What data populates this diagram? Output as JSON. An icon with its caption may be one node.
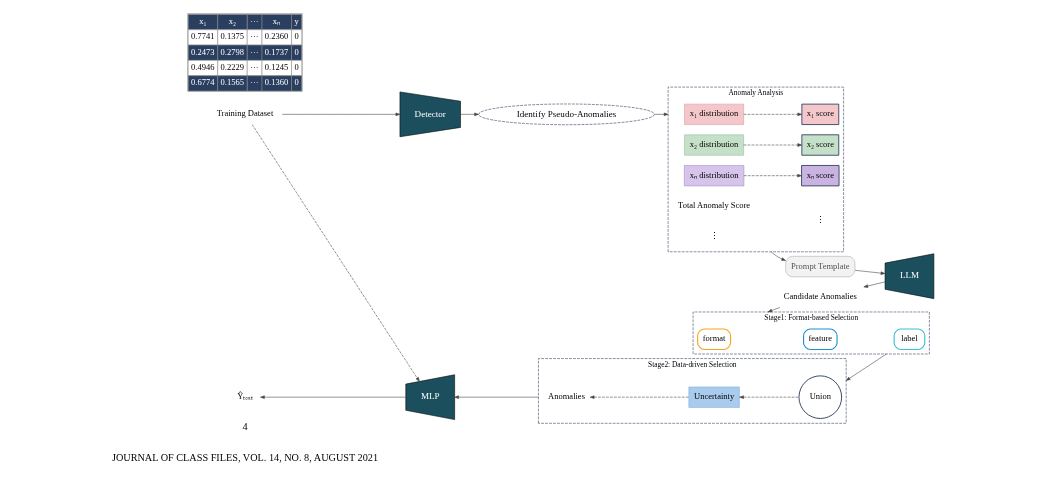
{
  "diagram": {
    "nodes": [
      {
        "text": [
          "Training Dataset"
        ]
      },
      {
        "text": [
          "Detector"
        ]
      },
      {
        "text": [
          "Identify Pseudo-Anomalies"
        ]
      },
      {
        "text": [
          "Anomaly Analysis"
        ]
      },
      {
        "text": [
          "x₁ distribution"
        ],
        "in": 3
      },
      {
        "text": [
          "x₂ distribution"
        ],
        "in": 3
      },
      {
        "text": [
          "xₙ distribution"
        ],
        "in": 3
      },
      {
        "text": [
          "x₁ score"
        ],
        "in": 3
      },
      {
        "text": [
          "x₂ score"
        ],
        "in": 3
      },
      {
        "text": [
          "xₙ score"
        ],
        "in": 3
      },
      {
        "text": [
          "Total Anomaly Score"
        ],
        "in": 3
      },
      {
        "text": [
          "Prompt Template"
        ]
      },
      {
        "text": [
          "LLM"
        ]
      },
      {
        "text": [
          "Candidate Anomalies"
        ]
      },
      {
        "text": [
          "Stage1: Format-based Selection"
        ]
      },
      {
        "text": [
          "format"
        ],
        "in": 14
      },
      {
        "text": [
          "feature"
        ],
        "in": 14
      },
      {
        "text": [
          "label"
        ],
        "in": 14
      },
      {
        "text": [
          "Stage2: Data-driven Selection"
        ]
      },
      {
        "text": [
          "Union"
        ],
        "in": 18
      },
      {
        "text": [
          "Uncertainty"
        ],
        "in": 18
      },
      {
        "text": [
          "Anomalies"
        ],
        "in": 18
      },
      {
        "text": [
          "MLP"
        ]
      },
      {
        "text": [
          "Ŷₜₑₛₜ"
        ]
      }
    ],
    "edges": [
      {
        "from": 0,
        "to": 1,
        "arrow": "to"
      },
      {
        "from": 1,
        "to": 2,
        "arrow": "to"
      },
      {
        "from": 2,
        "to": 3,
        "arrow": "to"
      },
      {
        "from": 4,
        "to": 7,
        "arrow": "to",
        "style": "dashed"
      },
      {
        "from": 5,
        "to": 8,
        "arrow": "to",
        "style": "dashed"
      },
      {
        "from": 6,
        "to": 9,
        "arrow": "to",
        "style": "dashed"
      },
      {
        "from": 3,
        "to": 11,
        "arrow": "to"
      },
      {
        "from": 11,
        "to": 12,
        "arrow": "to"
      },
      {
        "from": 12,
        "to": 13,
        "arrow": "to"
      },
      {
        "from": 13,
        "to": 14,
        "arrow": "to"
      },
      {
        "from": 14,
        "to": 18,
        "arrow": "to"
      },
      {
        "from": 19,
        "to": 20,
        "arrow": "to",
        "style": "dashed"
      },
      {
        "from": 20,
        "to": 21,
        "arrow": "to",
        "style": "dashed"
      },
      {
        "from": 18,
        "to": 22,
        "arrow": "to"
      },
      {
        "from": 0,
        "to": 22,
        "arrow": "to",
        "style": "dashed"
      },
      {
        "from": 22,
        "to": 23,
        "arrow": "to"
      }
    ],
    "labels": [
      "JOURNAL OF CLASS FILES, VOL. 14, NO. 8, AUGUST 2021",
      "4",
      "x₁",
      "x₂",
      "···",
      "xₙ",
      "y",
      "0.7741",
      "0.1375",
      "···",
      "0.2360",
      "0",
      "0.2473",
      "0.2798",
      "···",
      "0.1737",
      "0",
      "0.4946",
      "0.2229",
      "···",
      "0.1245",
      "0",
      "0.6774",
      "0.1565",
      "···",
      "0.1360",
      "0",
      "⋮",
      "⋮"
    ]
  }
}
